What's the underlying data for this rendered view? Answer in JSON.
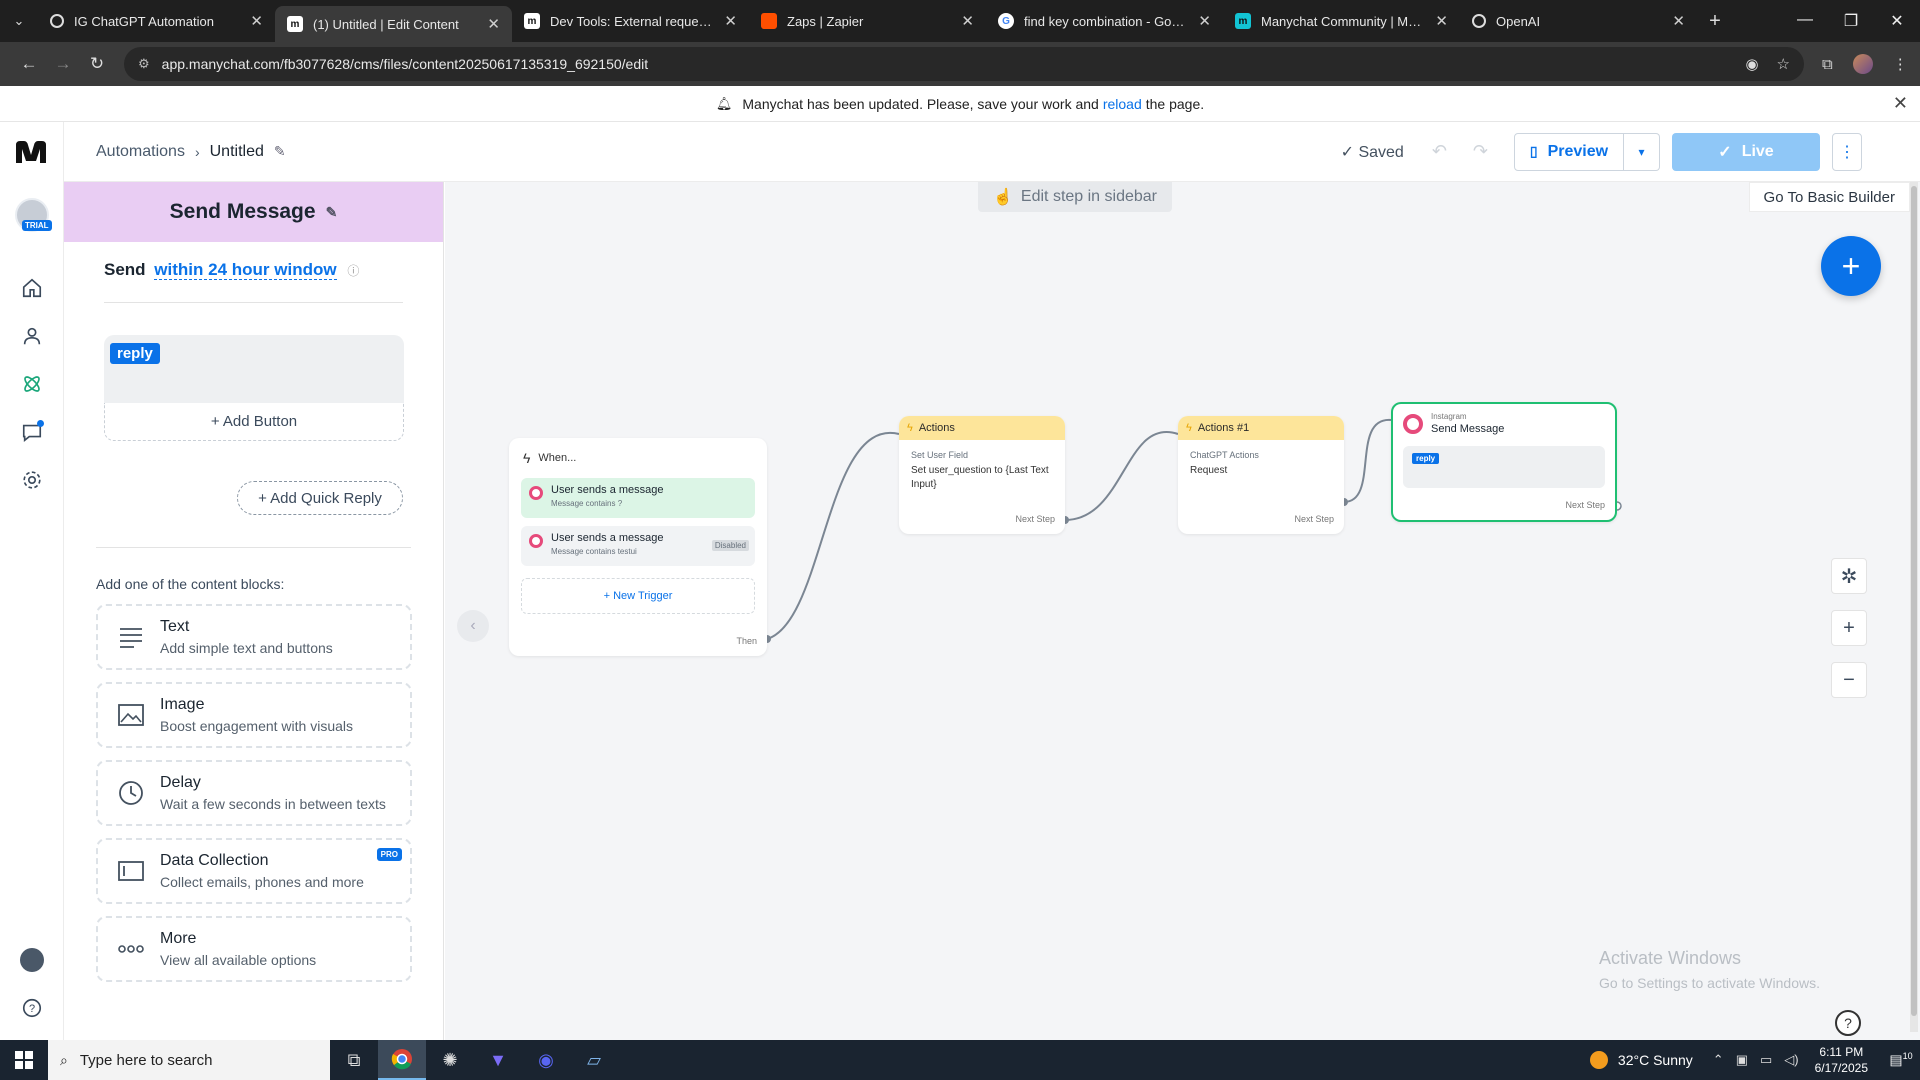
{
  "browser": {
    "tabs": [
      {
        "title": "IG ChatGPT Automation",
        "favicon": "openai-icon",
        "active": false
      },
      {
        "title": "(1) Untitled | Edit Content",
        "favicon": "manychat-icon",
        "active": true
      },
      {
        "title": "Dev Tools: External request – M",
        "favicon": "manychat-icon",
        "active": false
      },
      {
        "title": "Zaps | Zapier",
        "favicon": "zapier-icon",
        "active": false
      },
      {
        "title": "find key combination - Google",
        "favicon": "google-icon",
        "active": false
      },
      {
        "title": "Manychat Community | Manych",
        "favicon": "manychat-community-icon",
        "active": false
      },
      {
        "title": "OpenAI",
        "favicon": "openai-icon",
        "active": false
      }
    ],
    "url": "app.manychat.com/fb3077628/cms/files/content20250617135319_692150/edit"
  },
  "notice": {
    "before": "Manychat has been updated. Please, save your work and",
    "link": "reload",
    "after": "the page."
  },
  "rail": {
    "trial_badge": "TRIAL",
    "icons": [
      "home-icon",
      "contacts-icon",
      "automation-icon",
      "chat-icon",
      "settings-icon"
    ]
  },
  "header": {
    "breadcrumb_root": "Automations",
    "breadcrumb_current": "Untitled",
    "saved_label": "Saved",
    "preview_label": "Preview",
    "live_label": "Live"
  },
  "editor": {
    "title": "Send Message",
    "send_prefix": "Send",
    "send_window": "within 24 hour window",
    "reply_tag": "reply",
    "add_button_label": "+ Add Button",
    "add_quick_reply_label": "+ Add Quick Reply",
    "blocks_label": "Add one of the content blocks:",
    "blocks": [
      {
        "title": "Text",
        "desc": "Add simple text and buttons",
        "icon": "text-lines-icon",
        "pro": false
      },
      {
        "title": "Image",
        "desc": "Boost engagement with visuals",
        "icon": "image-icon",
        "pro": false
      },
      {
        "title": "Delay",
        "desc": "Wait a few seconds in between texts",
        "icon": "clock-icon",
        "pro": false
      },
      {
        "title": "Data Collection",
        "desc": "Collect emails, phones and more",
        "icon": "form-icon",
        "pro": true
      },
      {
        "title": "More",
        "desc": "View all available options",
        "icon": "more-dots-icon",
        "pro": false
      }
    ],
    "pro_label": "PRO"
  },
  "canvas": {
    "edit_hint": "Edit step in sidebar",
    "basic_builder": "Go To Basic Builder",
    "when_node": {
      "title": "When...",
      "triggers": [
        {
          "title": "User sends a message",
          "subtitle": "Message contains ?",
          "disabled": false
        },
        {
          "title": "User sends a message",
          "subtitle": "Message contains testui",
          "disabled": true,
          "disabled_label": "Disabled"
        }
      ],
      "new_trigger": "+ New Trigger",
      "then_label": "Then"
    },
    "action_nodes": [
      {
        "title": "Actions",
        "sub": "Set User Field",
        "body": "Set user_question to {Last Text Input}",
        "next": "Next Step"
      },
      {
        "title": "Actions #1",
        "sub": "ChatGPT Actions",
        "body": "Request",
        "next": "Next Step"
      }
    ],
    "send_node": {
      "label": "Instagram",
      "title": "Send Message",
      "reply": "reply",
      "next": "Next Step"
    },
    "watermark_title": "Activate Windows",
    "watermark_sub": "Go to Settings to activate Windows."
  },
  "taskbar": {
    "search_placeholder": "Type here to search",
    "weather": "32°C  Sunny",
    "time": "6:11 PM",
    "date": "6/17/2025",
    "notif_count": "10"
  },
  "colors": {
    "accent": "#0a72e8",
    "editor_header": "#e9cdf3",
    "action_header": "#fde59a",
    "trigger_active": "#dcf5e6",
    "send_border": "#1fbf72"
  }
}
